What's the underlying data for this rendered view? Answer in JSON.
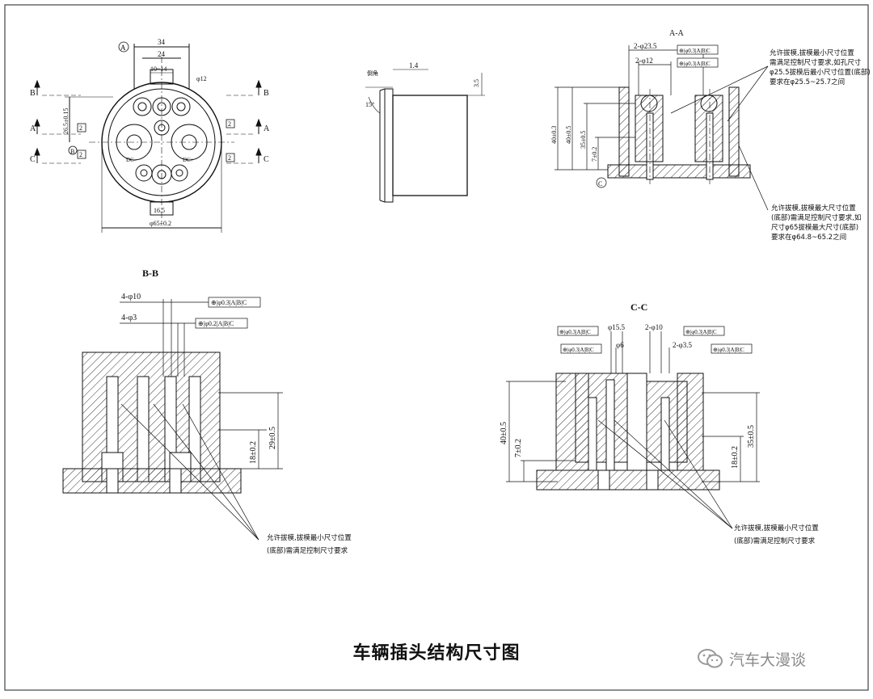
{
  "caption": "车辆插头结构尺寸图",
  "watermark": "汽车大漫谈",
  "front_view": {
    "labels": {
      "datum_a": "A",
      "datum_b": "B",
      "dim_top1": "34",
      "dim_top2": "24",
      "dim_slot": "10~14",
      "dim_key_dia": "φ12",
      "dim_height": "26.5±0.15",
      "dim_bottom_slot": "16.5",
      "dim_outer_dia": "φ65±0.2",
      "section_b": "B",
      "section_a": "A",
      "section_c": "C",
      "pin_dc_minus": "DC-",
      "pin_dc_plus": "DC+",
      "small_box": "2"
    }
  },
  "side_view": {
    "labels": {
      "dim_thickness": "1.4",
      "dim_flange": "3.5",
      "dim_angle": "15°",
      "label_edge": "倒角"
    }
  },
  "section_aa": {
    "title": "A-A",
    "labels": {
      "hole_top": "2-φ23.5",
      "hole_inner": "2-φ12",
      "h40": "40±0.3",
      "h401": "40±0.5",
      "h35": "35±0.5",
      "h7": "7±0.2",
      "tol_top": "⊕|φ0.3|A|B|C",
      "tol_mid": "⊕|φ0.3|A|B|C",
      "datum_c": "C"
    },
    "note_top": [
      "允许拔模,拔模最小尺寸位置",
      "需满足控制尺寸要求,如孔尺寸",
      "φ25.5拔模后最小尺寸位置(底部)",
      "要求在φ25.5~25.7之间"
    ],
    "note_bottom": [
      "允许拔模,拔模最大尺寸位置",
      "(底部)需满足控制尺寸要求,如",
      "尺寸φ65拔模最大尺寸(底部)",
      "要求在φ64.8~65.2之间"
    ]
  },
  "section_bb": {
    "title": "B-B",
    "labels": {
      "hole_big": "4-φ10",
      "hole_small": "4-φ3",
      "tol_big": "⊕|φ0.3|A|B|C",
      "tol_small": "⊕|φ0.2|A|B|C",
      "h18": "18±0.2",
      "h29": "29±0.5"
    },
    "note": [
      "允许拔模,拔模最小尺寸位置",
      "(底部)需满足控制尺寸要求"
    ]
  },
  "section_cc": {
    "title": "C-C",
    "labels": {
      "hole_15": "φ15.5",
      "hole_10": "2-φ10",
      "hole_6": "φ6",
      "hole_3": "2-φ3.5",
      "tol1": "⊕|φ0.3|A|B|C",
      "tol2": "⊕|φ0.3|A|B|C",
      "tol3": "⊕|φ0.3|A|B|C",
      "tol4": "⊕|φ0.3|A|B|C",
      "h40": "40±0.5",
      "h7": "7±0.2",
      "h35": "35±0.5",
      "h18": "18±0.2"
    },
    "note": [
      "允许拔模,拔模最小尺寸位置",
      "(底部)需满足控制尺寸要求"
    ]
  }
}
